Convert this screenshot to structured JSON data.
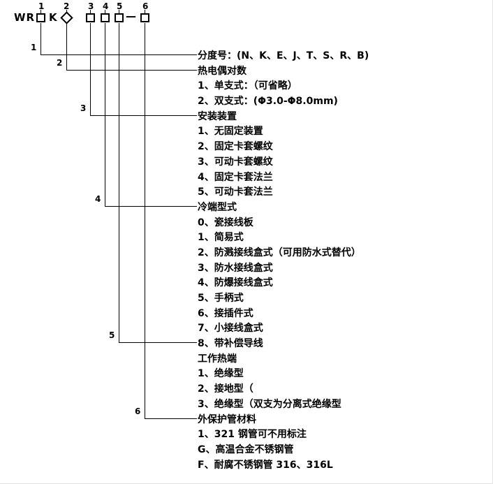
{
  "code": {
    "prefix": "WR",
    "fixed_letter": "K",
    "separator": "—"
  },
  "callouts": [
    {
      "num": "1",
      "points_to_row": 0
    },
    {
      "num": "2",
      "points_to_row": 1
    },
    {
      "num": "3",
      "points_to_row": 4
    },
    {
      "num": "4",
      "points_to_row": 10
    },
    {
      "num": "5",
      "points_to_row": 19
    },
    {
      "num": "6",
      "points_to_row": 24
    }
  ],
  "rows": [
    "分度号：(N、K、E、J、T、S、R、B)",
    "热电偶对数",
    "1、单支式：（可省略）",
    "2、双支式：(Φ3.0-Φ8.0mm)",
    "安装装置",
    "1、无固定装置",
    "2、固定卡套螺纹",
    "3、可动卡套螺纹",
    "4、固定卡套法兰",
    "5、可动卡套法兰",
    "冷端型式",
    "0、瓷接线板",
    "1、简易式",
    "2、防溅接线盒式（可用防水式替代）",
    "3、防水接线盒式",
    "4、防爆接线盒式",
    "5、手柄式",
    "6、接插件式",
    "7、小接线盒式",
    "8、带补偿导线",
    "工作热端",
    "1、绝缘型",
    "2、接地型（",
    "3、绝缘型（双支为分离式绝缘型",
    "外保护管材料",
    "1、321 钢管可不用标注",
    "G、高温合金不锈钢管",
    "F、耐腐不锈钢管 316、316L"
  ]
}
